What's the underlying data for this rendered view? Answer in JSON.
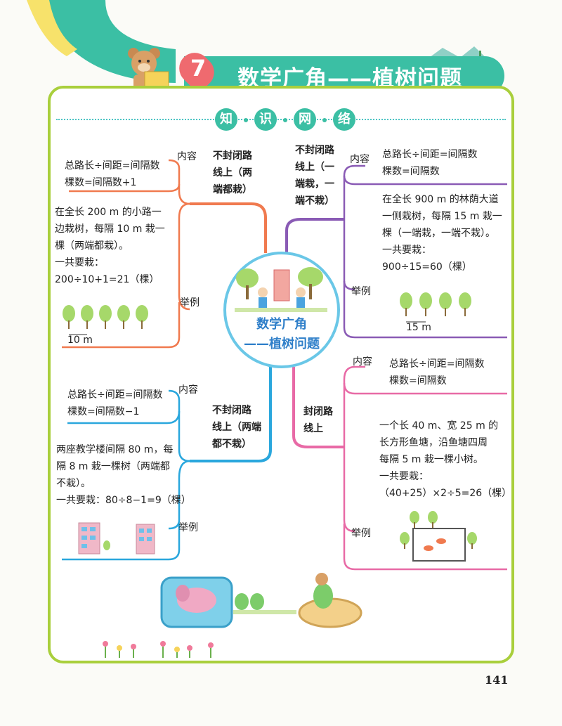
{
  "header": {
    "number": "7",
    "title": "数学广角——植树问题"
  },
  "section": {
    "chars": [
      "知",
      "识",
      "网",
      "络"
    ]
  },
  "center": {
    "line1": "数学广角",
    "line2": "——植树问题"
  },
  "branches": {
    "top_left": {
      "node_lines": [
        "不封闭路",
        "线上（两",
        "端都栽）"
      ],
      "content_label": "内容",
      "content_lines": [
        "总路长÷间距=间隔数",
        "棵数=间隔数+1"
      ],
      "example_label": "举例",
      "example_lines": [
        "在全长 200 m 的小路一",
        "边栽树，每隔 10 m 栽一",
        "棵（两端都栽）。",
        "一共要栽：",
        "200÷10+1=21（棵）"
      ],
      "figure_label": "10 m"
    },
    "top_right": {
      "node_lines": [
        "不封闭路",
        "线上（一",
        "端栽，一",
        "端不栽）"
      ],
      "content_label": "内容",
      "content_lines": [
        "总路长÷间距=间隔数",
        "棵数=间隔数"
      ],
      "example_label": "举例",
      "example_lines": [
        "在全长 900 m 的林荫大道",
        "一侧栽树，每隔 15 m 栽一",
        "棵（一端栽，一端不栽）。",
        "一共要栽：",
        "900÷15=60（棵）"
      ],
      "figure_label": "15 m"
    },
    "bottom_left": {
      "node_lines": [
        "不封闭路",
        "线上（两端",
        "都不栽）"
      ],
      "content_label": "内容",
      "content_lines": [
        "总路长÷间距=间隔数",
        "棵数=间隔数−1"
      ],
      "example_label": "举例",
      "example_lines": [
        "两座教学楼间隔 80 m，每",
        "隔 8 m 栽一棵树（两端都",
        "不栽）。",
        "一共要栽：80÷8−1=9（棵）"
      ]
    },
    "bottom_right": {
      "node_lines": [
        "封闭路",
        "线上"
      ],
      "content_label": "内容",
      "content_lines": [
        "总路长÷间距=间隔数",
        "棵数=间隔数"
      ],
      "example_label": "举例",
      "example_lines": [
        "一个长 40 m、宽 25 m 的",
        "长方形鱼塘，沿鱼塘四周",
        "每隔 5 m 栽一棵小树。",
        "一共要栽：",
        "（40+25）×2÷5=26（棵）"
      ]
    }
  },
  "page_number": "141",
  "colors": {
    "frame": "#a9cf3c",
    "title": "#3bbfa4",
    "orange": "#f07a4f",
    "purple": "#8a5bb5",
    "blue": "#2aa7dd",
    "pink": "#e86aa6"
  }
}
